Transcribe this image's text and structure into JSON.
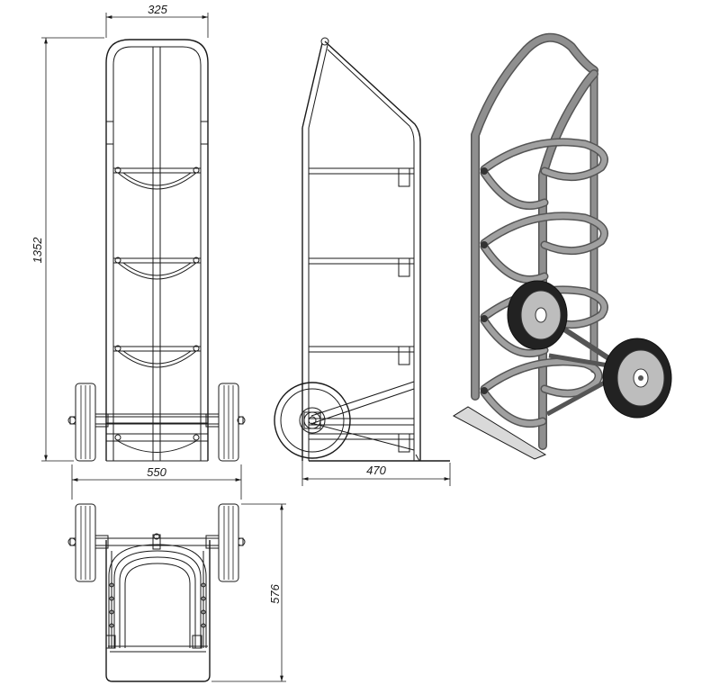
{
  "dimensions": {
    "front_width": "325",
    "height": "1352",
    "axle_width": "550",
    "side_depth": "470",
    "top_depth": "576"
  },
  "colors": {
    "line": "#1a1a1a",
    "tube_3d": "#8f8f8f",
    "tube_3d_dark": "#555555",
    "plate_3d": "#d9d9d9",
    "tire_3d": "#222222",
    "hub_3d": "#bdbdbd"
  }
}
